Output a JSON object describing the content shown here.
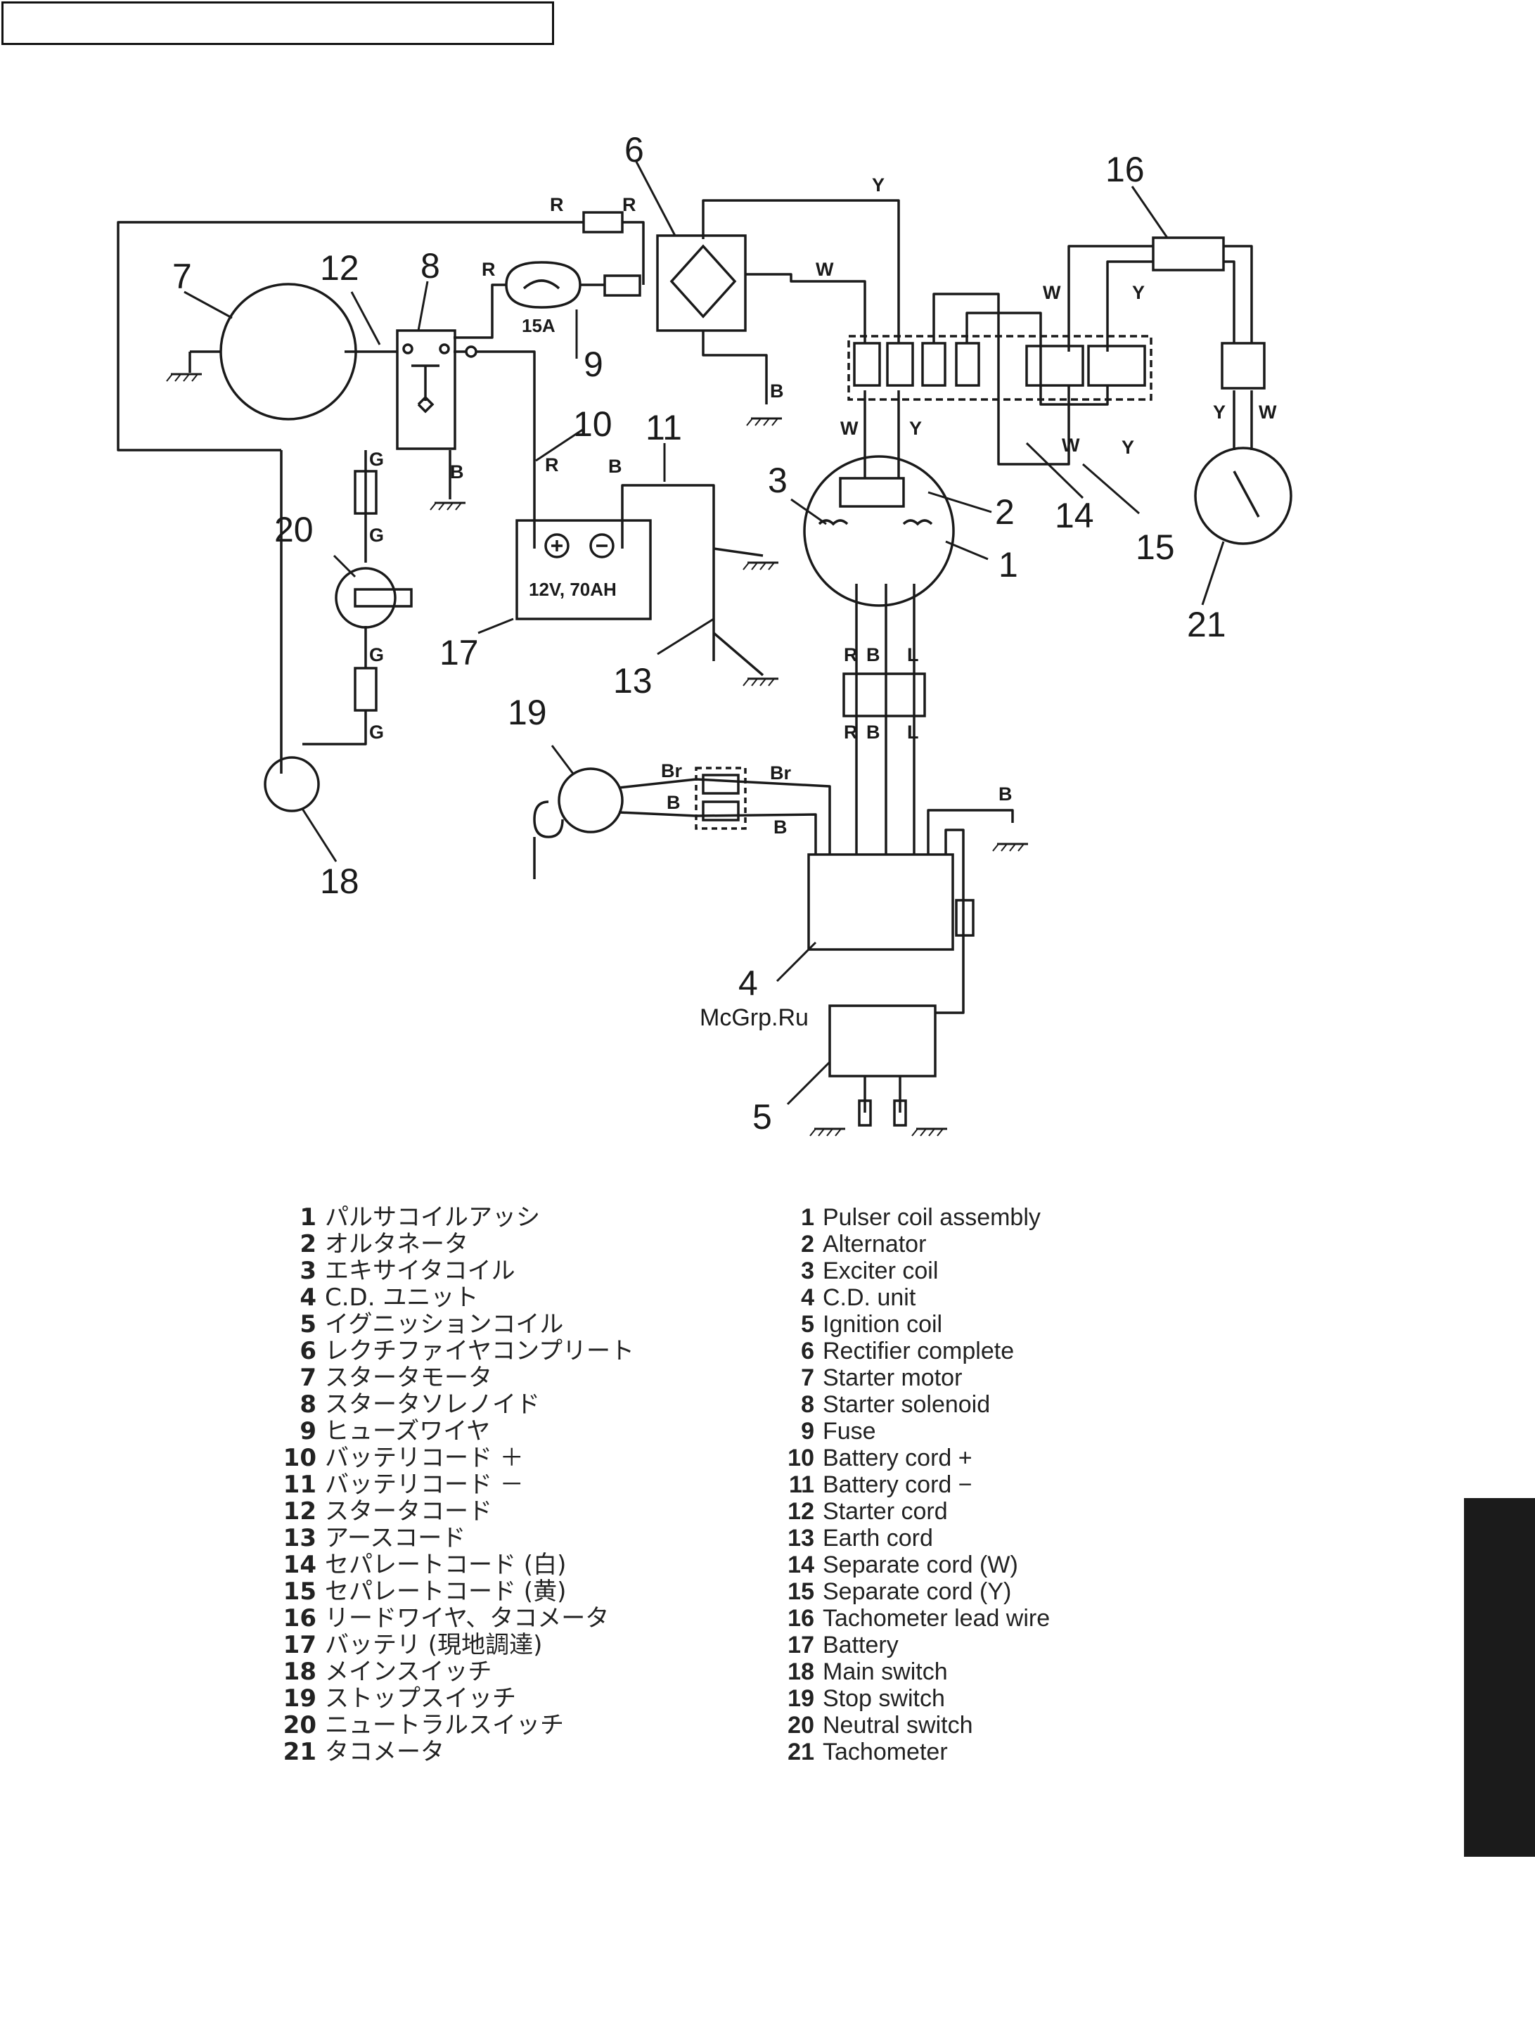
{
  "callouts": {
    "c1": "1",
    "c2": "2",
    "c3": "3",
    "c4": "4",
    "c5": "5",
    "c6": "6",
    "c7": "7",
    "c8": "8",
    "c9": "9",
    "c10": "10",
    "c11": "11",
    "c12": "12",
    "c13": "13",
    "c14": "14",
    "c15": "15",
    "c16": "16",
    "c17": "17",
    "c18": "18",
    "c19": "19",
    "c20": "20",
    "c21": "21"
  },
  "wire_codes": {
    "red": "R",
    "yellow": "Y",
    "white": "W",
    "black": "B",
    "green": "G",
    "blue": "L",
    "brown": "Br"
  },
  "ratings": {
    "fuse": "15A",
    "battery": "12V, 70AH"
  },
  "watermark": "McGrp.Ru",
  "legend": {
    "japanese": [
      {
        "num": "1",
        "label": "パルサコイルアッシ"
      },
      {
        "num": "2",
        "label": "オルタネータ"
      },
      {
        "num": "3",
        "label": "エキサイタコイル"
      },
      {
        "num": "4",
        "label": "C.D. ユニット"
      },
      {
        "num": "5",
        "label": "イグニッションコイル"
      },
      {
        "num": "6",
        "label": "レクチファイヤコンプリート"
      },
      {
        "num": "7",
        "label": "スタータモータ"
      },
      {
        "num": "8",
        "label": "スタータソレノイド"
      },
      {
        "num": "9",
        "label": "ヒューズワイヤ"
      },
      {
        "num": "10",
        "label": "バッテリコード ＋"
      },
      {
        "num": "11",
        "label": "バッテリコード －"
      },
      {
        "num": "12",
        "label": "スタータコード"
      },
      {
        "num": "13",
        "label": "アースコード"
      },
      {
        "num": "14",
        "label": "セパレートコード (白)"
      },
      {
        "num": "15",
        "label": "セパレートコード (黄)"
      },
      {
        "num": "16",
        "label": "リードワイヤ、タコメータ"
      },
      {
        "num": "17",
        "label": "バッテリ (現地調達)"
      },
      {
        "num": "18",
        "label": "メインスイッチ"
      },
      {
        "num": "19",
        "label": "ストップスイッチ"
      },
      {
        "num": "20",
        "label": "ニュートラルスイッチ"
      },
      {
        "num": "21",
        "label": "タコメータ"
      }
    ],
    "english": [
      {
        "num": "1",
        "label": "Pulser coil assembly"
      },
      {
        "num": "2",
        "label": "Alternator"
      },
      {
        "num": "3",
        "label": "Exciter coil"
      },
      {
        "num": "4",
        "label": "C.D. unit"
      },
      {
        "num": "5",
        "label": "Ignition coil"
      },
      {
        "num": "6",
        "label": "Rectifier complete"
      },
      {
        "num": "7",
        "label": "Starter motor"
      },
      {
        "num": "8",
        "label": "Starter solenoid"
      },
      {
        "num": "9",
        "label": "Fuse"
      },
      {
        "num": "10",
        "label": "Battery cord +"
      },
      {
        "num": "11",
        "label": "Battery cord −"
      },
      {
        "num": "12",
        "label": "Starter cord"
      },
      {
        "num": "13",
        "label": "Earth cord"
      },
      {
        "num": "14",
        "label": "Separate cord (W)"
      },
      {
        "num": "15",
        "label": "Separate cord (Y)"
      },
      {
        "num": "16",
        "label": "Tachometer lead wire"
      },
      {
        "num": "17",
        "label": "Battery"
      },
      {
        "num": "18",
        "label": "Main switch"
      },
      {
        "num": "19",
        "label": "Stop switch"
      },
      {
        "num": "20",
        "label": "Neutral switch"
      },
      {
        "num": "21",
        "label": "Tachometer"
      }
    ]
  }
}
